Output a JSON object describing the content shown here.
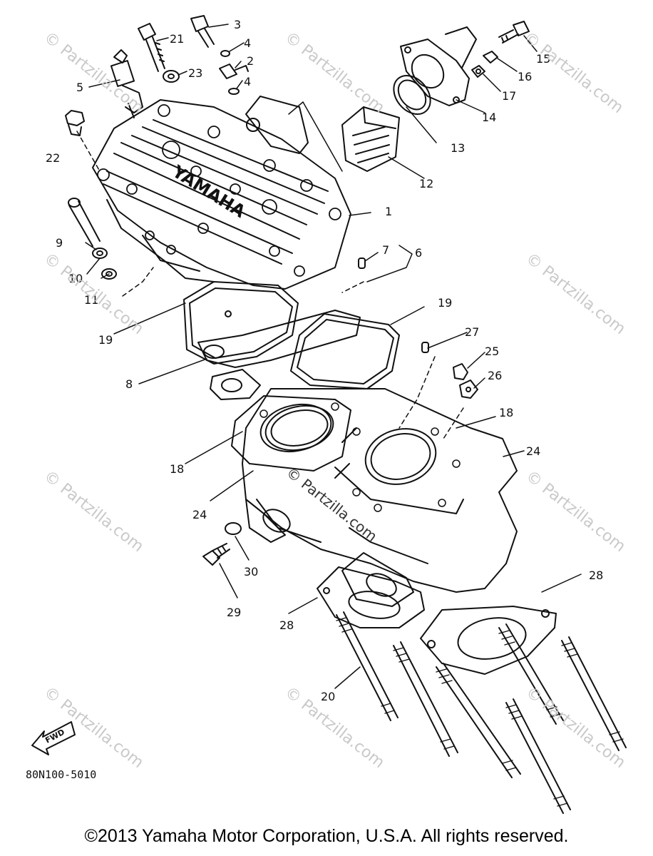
{
  "watermark_text": "© Partzilla.com",
  "center_watermark": "© Partzilla.com",
  "diagram_code": "80N100-5010",
  "copyright": "©2013 Yamaha Motor Corporation, U.S.A. All rights reserved.",
  "brand_on_head": "YAMAHA",
  "fwd_label": "FWD",
  "callouts": [
    "1",
    "2",
    "3",
    "4",
    "4",
    "5",
    "6",
    "7",
    "8",
    "9",
    "10",
    "11",
    "12",
    "13",
    "14",
    "15",
    "16",
    "17",
    "18",
    "18",
    "19",
    "19",
    "20",
    "21",
    "22",
    "23",
    "24",
    "24",
    "25",
    "26",
    "27",
    "28",
    "28",
    "29",
    "30"
  ]
}
